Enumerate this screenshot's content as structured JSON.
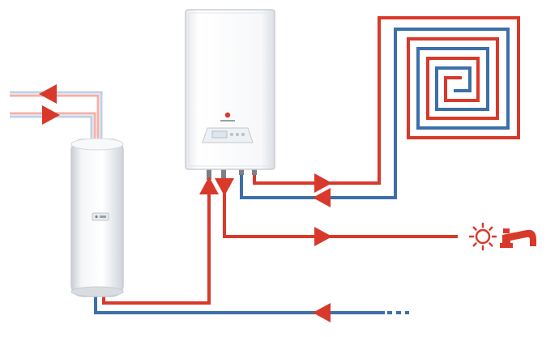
{
  "diagram": {
    "colors": {
      "hot": "#d8392b",
      "cold": "#3d6fa8",
      "hot_light": "#f3b1a8",
      "cold_light": "#bcd2e8",
      "boiler_body": "#f4f5f7",
      "boiler_edge": "#c9cdd3",
      "tank_body": "#eef0f2",
      "tank_edge": "#c7ccd2",
      "screen": "#dce6ec"
    },
    "components": {
      "boiler": {
        "icon": "wall-boiler-icon",
        "logo": "brand-logo-icon"
      },
      "tank": {
        "icon": "hot-water-cylinder-icon"
      },
      "floor_heating": {
        "icon": "underfloor-heating-spiral-icon"
      },
      "tap": {
        "icon": "hot-water-tap-icon"
      },
      "sun": {
        "icon": "sun-icon"
      }
    },
    "flows": {
      "solar_outlet": "arrow-left",
      "solar_inlet": "arrow-right",
      "boiler_feed_up": "arrow-up",
      "boiler_return_down": "arrow-down",
      "floor_supply": "arrow-right",
      "floor_return": "arrow-left",
      "tap_supply": "arrow-right",
      "cold_mains": "arrow-left"
    }
  }
}
